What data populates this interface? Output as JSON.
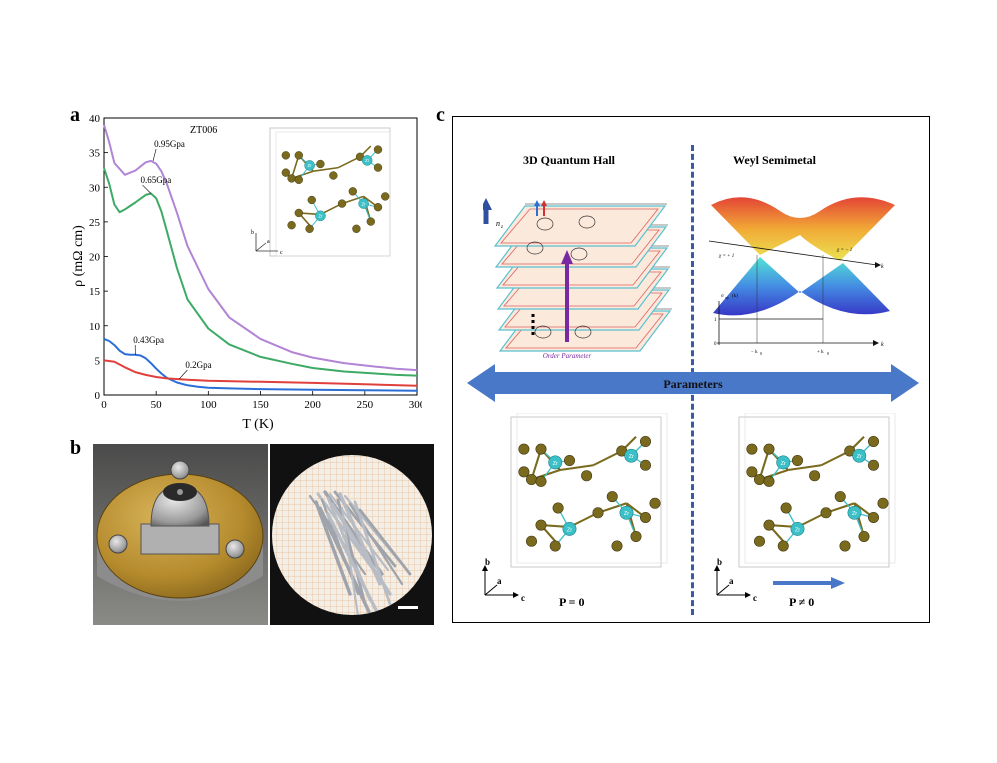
{
  "panels": {
    "a": "a",
    "b": "b",
    "c": "c"
  },
  "chart_data": {
    "type": "line",
    "sample_label": "ZT006",
    "xlabel": "T (K)",
    "ylabel": "ρ (mΩ cm)",
    "xlim": [
      0,
      300
    ],
    "ylim": [
      0,
      40
    ],
    "xticks": [
      0,
      50,
      100,
      150,
      200,
      250,
      300
    ],
    "yticks": [
      0,
      5,
      10,
      15,
      20,
      25,
      30,
      35,
      40
    ],
    "series": [
      {
        "name": "0.95Gpa",
        "color": "#b184d6",
        "x": [
          0,
          5,
          10,
          20,
          30,
          40,
          45,
          50,
          55,
          60,
          70,
          80,
          100,
          120,
          150,
          180,
          200,
          230,
          260,
          280,
          300
        ],
        "y": [
          39,
          36.5,
          33.5,
          31.8,
          32.4,
          33.6,
          33.8,
          33.4,
          32.3,
          30.6,
          26.3,
          21.5,
          15.3,
          11.2,
          8.1,
          6.2,
          5.4,
          4.6,
          4.1,
          3.8,
          3.6
        ]
      },
      {
        "name": "0.65Gpa",
        "color": "#3daa66",
        "x": [
          0,
          5,
          10,
          15,
          20,
          30,
          40,
          45,
          50,
          55,
          60,
          70,
          80,
          100,
          120,
          150,
          180,
          200,
          230,
          260,
          280,
          300
        ],
        "y": [
          32.8,
          30.5,
          27.5,
          26.4,
          26.8,
          27.8,
          28.9,
          29.1,
          28.4,
          26.5,
          23.8,
          18.3,
          13.8,
          9.6,
          7.3,
          5.5,
          4.5,
          3.9,
          3.4,
          3.1,
          2.9,
          2.8
        ]
      },
      {
        "name": "0.43Gpa",
        "color": "#2b6fd6",
        "x": [
          0,
          5,
          10,
          15,
          20,
          25,
          30,
          35,
          40,
          45,
          50,
          55,
          60,
          70,
          80,
          90,
          100,
          120,
          150,
          200,
          250,
          300
        ],
        "y": [
          8.1,
          7.8,
          7.2,
          6.4,
          5.9,
          5.8,
          5.8,
          5.7,
          5.3,
          4.6,
          3.8,
          3.1,
          2.5,
          1.8,
          1.4,
          1.2,
          1.05,
          0.95,
          0.85,
          0.75,
          0.68,
          0.62
        ]
      },
      {
        "name": "0.2Gpa",
        "color": "#e0403c",
        "x": [
          0,
          10,
          20,
          30,
          40,
          50,
          60,
          80,
          100,
          150,
          200,
          250,
          300
        ],
        "y": [
          5.0,
          4.8,
          4.0,
          3.3,
          2.9,
          2.6,
          2.4,
          2.2,
          2.05,
          1.9,
          1.75,
          1.55,
          1.35
        ]
      }
    ]
  },
  "inset_axes": {
    "b": "b",
    "a": "a",
    "c": "c"
  },
  "panel_c": {
    "left_title": "3D Quantum Hall",
    "right_title": "Weyl Semimetal",
    "order_parameter": "Order Parameter",
    "nz_label": "n",
    "nz_sub": "z",
    "arrow_label": "Parameters",
    "left_pressure": "P = 0",
    "right_pressure": "P ≠ 0",
    "chi_plus": "χ = + 1",
    "chi_minus": "χ = − 1",
    "k_label": "k",
    "sigma_label": "σ",
    "sigma_sub": "xy",
    "sigma_arg": "(k)",
    "tick_one": "1",
    "tick_zero": "0",
    "minus_k0": "− k",
    "plus_k0": "+ k",
    "k0_sub": "0",
    "axis_b": "b",
    "axis_a": "a",
    "axis_c": "c",
    "atom_label": "Zr"
  },
  "colors": {
    "frame_blue": "#3a5aa8",
    "arrow_blue": "#4a78c8",
    "order_purple": "#7a2aa0",
    "zr_cyan": "#3cc0c8",
    "te_olive": "#7a6a1e"
  }
}
